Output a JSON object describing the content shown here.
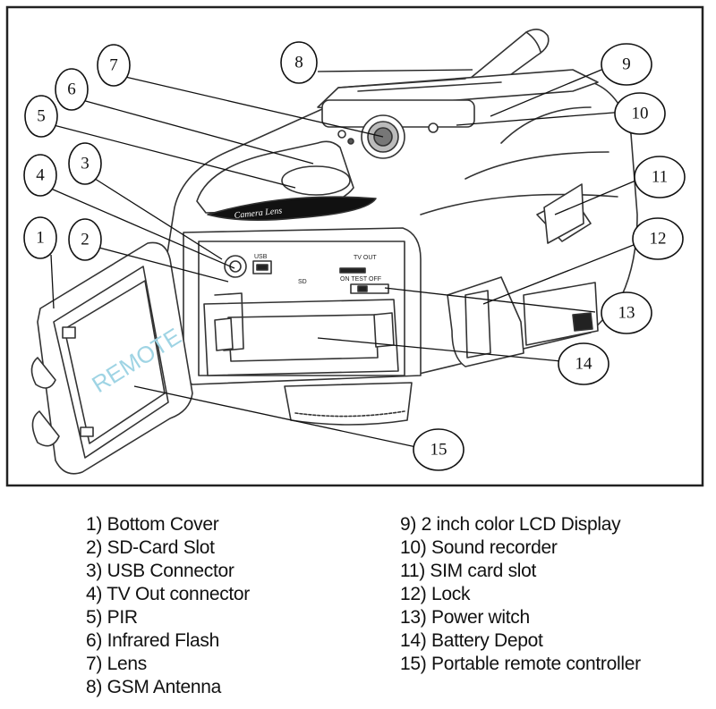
{
  "diagram": {
    "callouts": [
      {
        "num": "1"
      },
      {
        "num": "2"
      },
      {
        "num": "3"
      },
      {
        "num": "4"
      },
      {
        "num": "5"
      },
      {
        "num": "6"
      },
      {
        "num": "7"
      },
      {
        "num": "8"
      },
      {
        "num": "9"
      },
      {
        "num": "10"
      },
      {
        "num": "11"
      },
      {
        "num": "12"
      },
      {
        "num": "13"
      },
      {
        "num": "14"
      },
      {
        "num": "15"
      }
    ],
    "lid_text": "REMOTE",
    "brand_text": "Camera Lens",
    "label_usb": "USB",
    "label_sd": "SD",
    "label_tvout": "TV OUT",
    "label_switch": "ON TEST OFF"
  },
  "legend": {
    "left": [
      "1) Bottom Cover",
      "2) SD-Card Slot",
      "3) USB Connector",
      "4) TV Out connector",
      "5) PIR",
      "6) Infrared Flash",
      "7) Lens",
      "8) GSM Antenna"
    ],
    "right": [
      "9) 2 inch color LCD Display",
      "10) Sound recorder",
      "11) SIM card slot",
      "12) Lock",
      "13) Power witch",
      "14) Battery Depot",
      "15) Portable remote controller"
    ]
  }
}
